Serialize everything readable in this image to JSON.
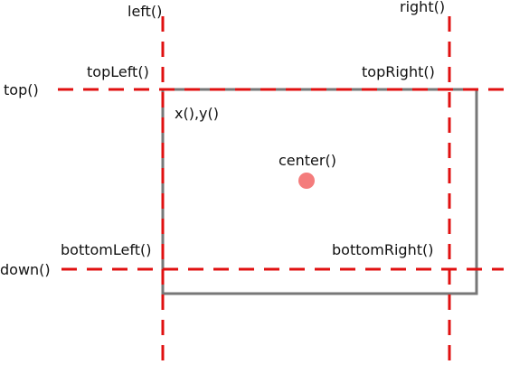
{
  "labels": {
    "left": "left()",
    "right": "right()",
    "top": "top()",
    "down": "down()",
    "top_left": "topLeft()",
    "top_right": "topRight()",
    "bottom_left": "bottomLeft()",
    "bottom_right": "bottomRight()",
    "xy": "x(),y()",
    "center": "center()"
  },
  "colors": {
    "guide_line": "#e01010",
    "rect_border": "#777777",
    "center_dot": "#f47c7c"
  }
}
